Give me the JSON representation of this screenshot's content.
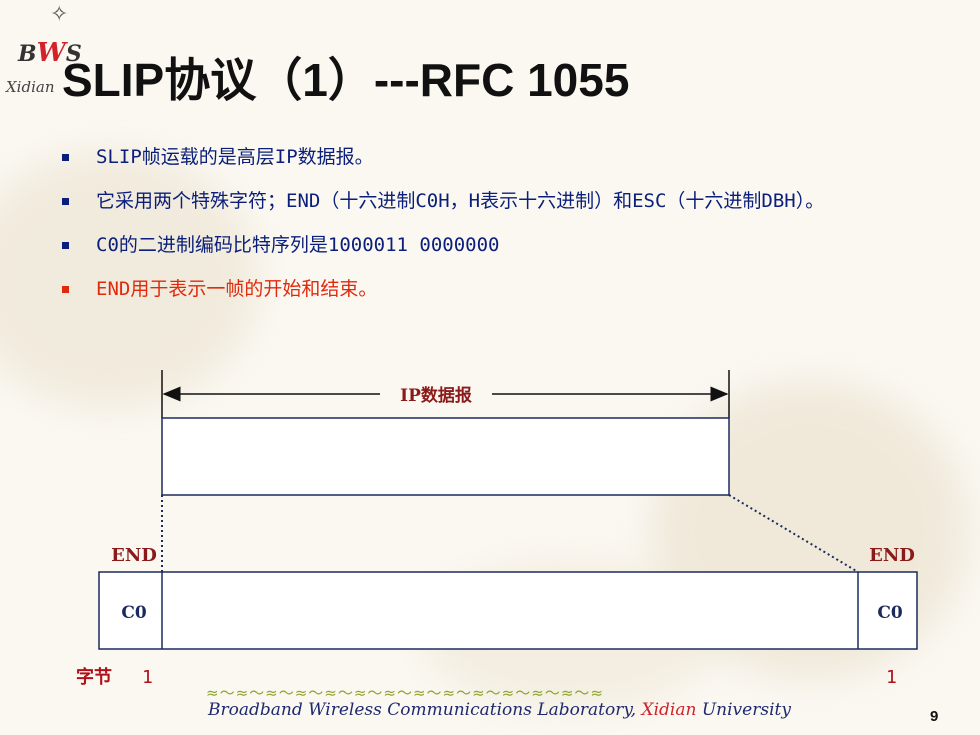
{
  "logo": {
    "letters_left": "B",
    "letter_w": "W",
    "letters_right": "S",
    "star": "✧",
    "institution": "Xidian"
  },
  "title": "SLIP协议（1）---RFC 1055",
  "bullets": [
    "SLIP帧运载的是高层IP数据报。",
    "它采用两个特殊字符；END（十六进制C0H，H表示十六进制）和ESC（十六进制DBH）。",
    "C0的二进制编码比特序列是1000011 0000000",
    "END用于表示一帧的开始和结束。"
  ],
  "diagram": {
    "datagram_label": "IP数据报",
    "end_left": "END",
    "end_right": "END",
    "c0_left": "C0",
    "c0_right": "C0",
    "byte_label": "字节",
    "byte_left": "1",
    "byte_right": "1"
  },
  "footer": {
    "wave": "≈～≈～≈～≈～≈～≈～≈～≈～≈～≈～≈～≈～≈～≈",
    "lab_part": "Broadband Wireless Communications Laboratory,",
    "xidian": "Xidian",
    "university": "University"
  },
  "page_number": "9",
  "colors": {
    "bullet_blue": "#0b1f7a",
    "highlight_red": "#e02a0c",
    "label_red": "#8b1a1a",
    "byte_label_red": "#b0101a"
  }
}
